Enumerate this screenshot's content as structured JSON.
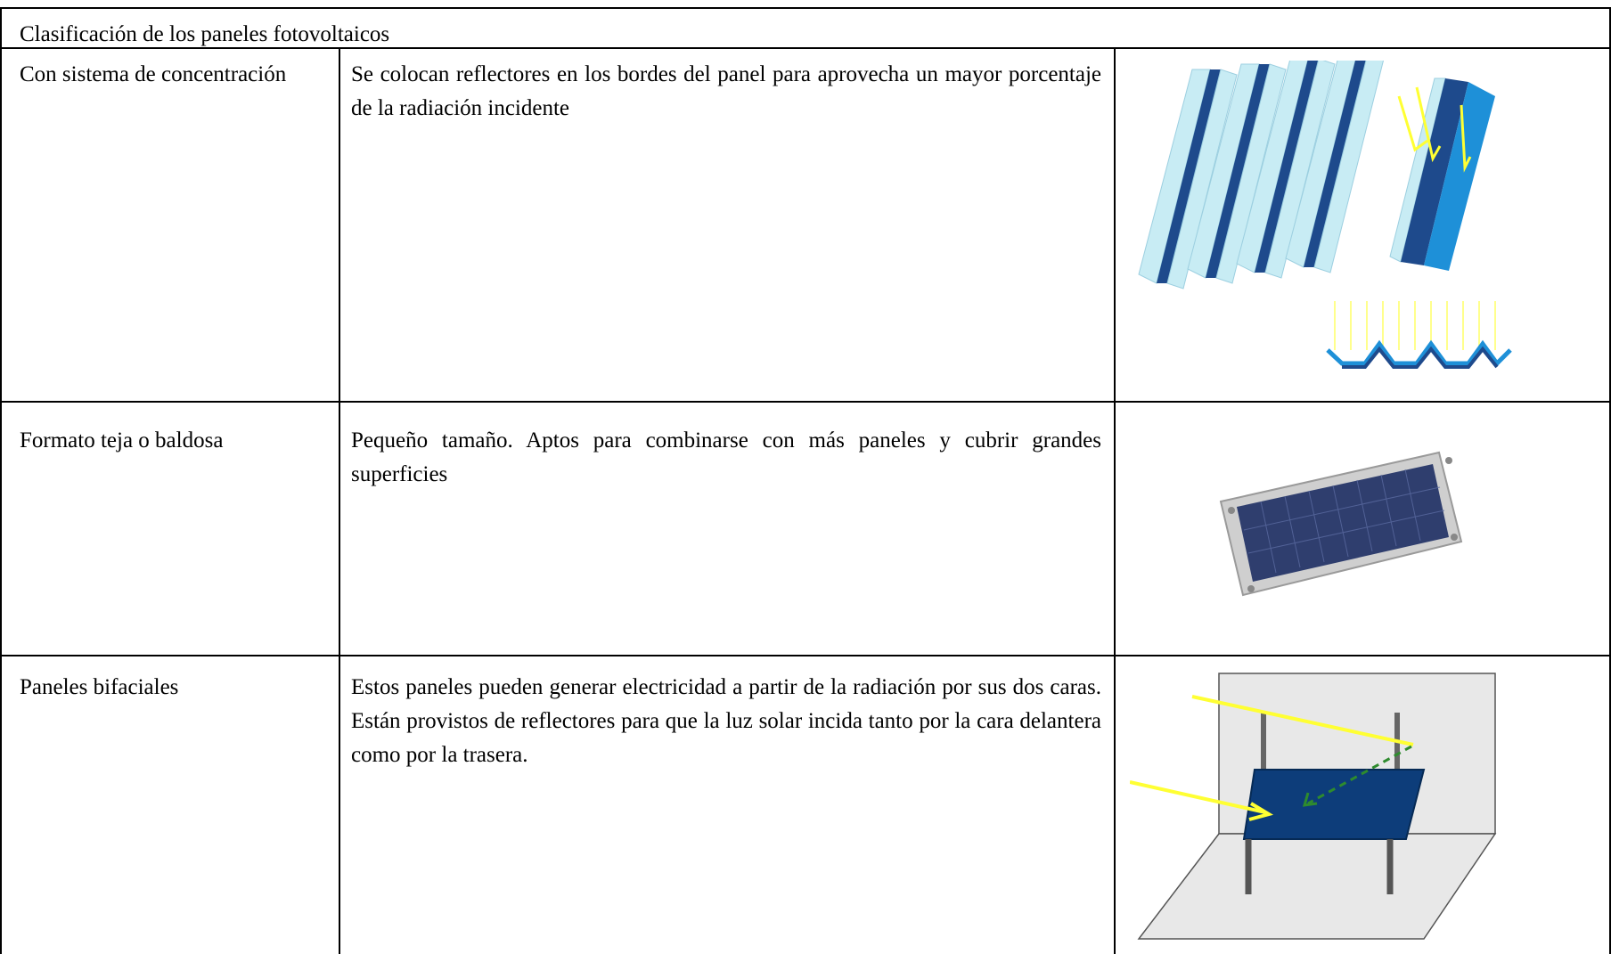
{
  "table": {
    "header": "Clasificación de los paneles fotovoltaicos",
    "rows": [
      {
        "category": "Con sistema de concentración",
        "description": "Se colocan reflectores en los bordes del panel para aprovecha un mayor porcentaje de la radiación incidente",
        "illustration_icon": "concentrator-panels-icon"
      },
      {
        "category": "Formato teja o baldosa",
        "description": "Pequeño tamaño. Aptos para combinarse con más paneles y cubrir grandes superficies",
        "illustration_icon": "tile-panel-icon"
      },
      {
        "category": "Paneles bifaciales",
        "description": "Estos paneles pueden generar electricidad a partir de la radiación por sus dos caras. Están provistos de reflectores para que la luz solar incida tanto por la cara delantera como por la trasera.",
        "illustration_icon": "bifacial-panel-icon"
      }
    ]
  },
  "colors": {
    "panel_blue": "#1e4a8c",
    "reflector": "#c8ecf4",
    "ray_yellow": "#ffff33",
    "reflected_green": "#2e8b2e",
    "bifacial_panel": "#0d3d7a",
    "wall_gray": "#e8e8e8"
  }
}
